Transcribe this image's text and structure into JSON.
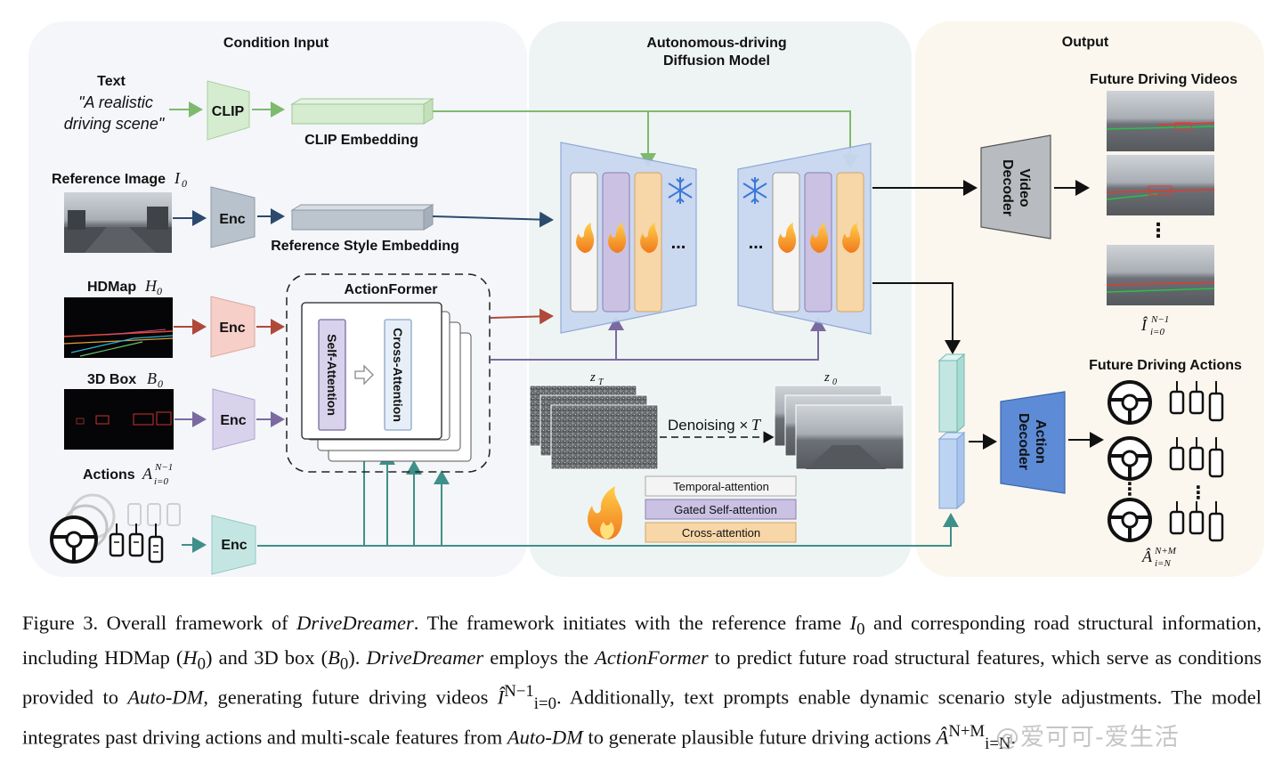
{
  "sections": {
    "condition_input": "Condition Input",
    "diffusion_line1": "Autonomous-driving",
    "diffusion_line2": "Diffusion Model",
    "output": "Output"
  },
  "inputs": {
    "text_label": "Text",
    "text_quote_line1": "\"A realistic",
    "text_quote_line2": "driving scene\"",
    "reference_label": "Reference Image",
    "reference_symbol": "I",
    "reference_sub": "0",
    "hdmap_label": "HDMap",
    "hdmap_symbol": "H",
    "hdmap_sub": "0",
    "box_label": "3D Box",
    "box_symbol": "B",
    "box_sub": "0",
    "actions_label": "Actions",
    "actions_symbol": "A",
    "actions_sup": "N−1",
    "actions_sub": "i=0"
  },
  "modules": {
    "clip": "CLIP",
    "enc": "Enc",
    "clip_embedding": "CLIP Embedding",
    "reference_style_embedding": "Reference Style Embedding",
    "actionformer": "ActionFormer",
    "self_attention": "Self-Attention",
    "cross_attention": "Cross-Attention",
    "video_decoder_line1": "Video",
    "video_decoder_line2": "Decoder",
    "action_decoder_line1": "Action",
    "action_decoder_line2": "Decoder",
    "ellipsis": "..."
  },
  "diffusion": {
    "zt_symbol": "z",
    "zt_sub": "T",
    "z0_symbol": "z",
    "z0_sub": "0",
    "denoising": "Denoising ×",
    "denoising_symbol": "T"
  },
  "legend": {
    "temporal": "Temporal-attention",
    "gated": "Gated Self-attention",
    "cross": "Cross-attention"
  },
  "outputs": {
    "videos_title": "Future Driving Videos",
    "videos_symbol": "Î",
    "videos_sup": "N−1",
    "videos_sub": "i=0",
    "actions_title": "Future Driving Actions",
    "actions_symbol": "Â",
    "actions_sup": "N+M",
    "actions_sub": "i=N"
  },
  "colors": {
    "clip_green": "#d5ecd0",
    "enc_gray": "#b8c2cc",
    "enc_pink": "#f6cfc8",
    "enc_purple": "#d9d2ec",
    "enc_teal": "#c4e6e2",
    "unet_blue": "#c9d7f0",
    "temporal_white": "#f4f4f4",
    "gated_purple": "#cbc1e3",
    "cross_orange": "#f7d6a8",
    "arrow_green": "#7dba6e",
    "arrow_navy": "#2b4a6e",
    "arrow_red": "#b0483a",
    "arrow_purple": "#7a6aa0",
    "arrow_teal": "#3f8f8a",
    "decoder_blue": "#4b78c9"
  },
  "caption": {
    "c1": "Figure 3.  Overall framework of ",
    "c2": "DriveDreamer",
    "c3": ".  The framework initiates with the reference frame ",
    "c4": "I",
    "c5": "0",
    "c6": " and corresponding road structural information, including HDMap (",
    "c7": "H",
    "c8": "0",
    "c9": ") and 3D box (",
    "c10": "B",
    "c11": "0",
    "c12": "). ",
    "c13": "DriveDreamer",
    "c14": " employs the ",
    "c15": "ActionFormer",
    "c16": " to predict future road structural features, which serve as conditions provided to ",
    "c17": "Auto-DM",
    "c18": ", generating future driving videos ",
    "c19": "Î",
    "c20": "N−1",
    "c21": "i=0",
    "c22": ".  Additionally, text prompts enable dynamic scenario style adjustments. The model integrates past driving actions and multi-scale features from ",
    "c23": "Auto-DM",
    "c24": " to generate plausible future driving actions ",
    "c25": "Â",
    "c26": "N+M",
    "c27": "i=N",
    "c28": "."
  },
  "watermark": "@爱可可-爱生活"
}
